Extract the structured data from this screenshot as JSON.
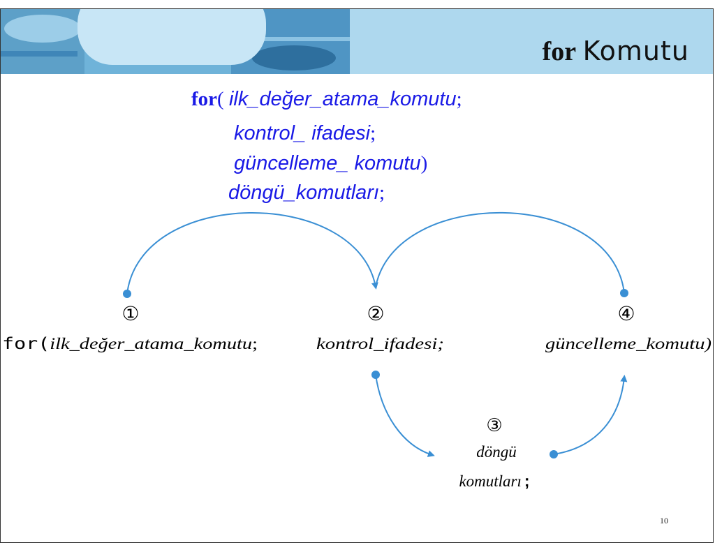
{
  "slide": {
    "title_keyword": "for",
    "title_rest": "Komutu",
    "page_number": "10"
  },
  "syntax": {
    "line1_keyword": "for",
    "line1_paren": "(",
    "line1_arg": "ilk_değer_atama_komutu",
    "line1_sep": ";",
    "line2_arg": "kontrol_ ifadesi",
    "line2_sep": ";",
    "line3_arg": "güncelleme_ komutu",
    "line3_close": ")",
    "line4_arg": "döngü_komutları",
    "line4_sep": ";"
  },
  "diagram": {
    "nodes": [
      {
        "id": "init",
        "marker": "①",
        "prefix": "for(",
        "text": "ilk_değer_atama_komutu",
        "suffix": ";"
      },
      {
        "id": "cond",
        "marker": "②",
        "text": "kontrol_ifadesi;"
      },
      {
        "id": "body",
        "marker": "③",
        "text_line1": "döngü",
        "text_line2": "komutları",
        "suffix": ";"
      },
      {
        "id": "update",
        "marker": "④",
        "text": "güncelleme_komutu)"
      }
    ],
    "edges": [
      {
        "from": "init",
        "to": "cond"
      },
      {
        "from": "update",
        "to": "cond"
      },
      {
        "from": "cond",
        "to": "body"
      },
      {
        "from": "body",
        "to": "update"
      }
    ],
    "arrow_color": "#3a8fd4"
  }
}
